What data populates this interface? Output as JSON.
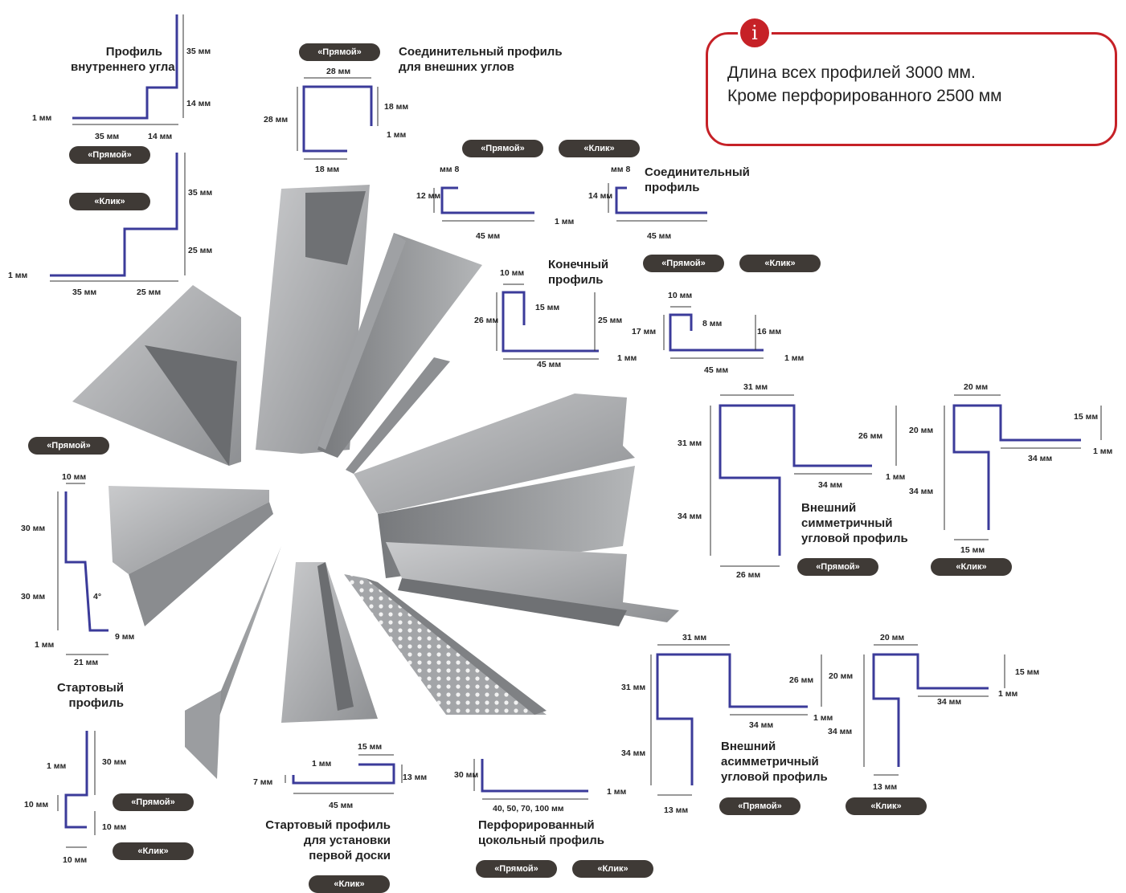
{
  "info": {
    "icon": "info-icon",
    "line1": "Длина всех профилей 3000 мм.",
    "line2": "Кроме перфорированного 2500 мм"
  },
  "titles": {
    "inner_corner_1": "Профиль",
    "inner_corner_2": "внутреннего угла",
    "outer_join_1": "Соединительный профиль",
    "outer_join_2": "для внешних углов",
    "connector_1": "Соединительный",
    "connector_2": "профиль",
    "end_1": "Конечный",
    "end_2": "профиль",
    "outer_sym_1": "Внешний",
    "outer_sym_2": "симметричный",
    "outer_sym_3": "угловой профиль",
    "outer_asym_1": "Внешний",
    "outer_asym_2": "асимметричный",
    "outer_asym_3": "угловой профиль",
    "starter_1": "Стартовый",
    "starter_2": "профиль",
    "first_board_1": "Стартовый профиль",
    "first_board_2": "для установки",
    "first_board_3": "первой доски",
    "perforated_1": "Перфорированный",
    "perforated_2": "цокольный профиль"
  },
  "badges": {
    "straight": "«Прямой»",
    "click": "«Клик»"
  },
  "dims": {
    "d35": "35 мм",
    "d14": "14 мм",
    "d1": "1 мм",
    "d25": "25 мм",
    "d28": "28 мм",
    "d18": "18 мм",
    "mm8": "мм 8",
    "d12": "12 мм",
    "d45": "45 мм",
    "d10": "10 мм",
    "d15": "15 мм",
    "d26": "26 мм",
    "d17": "17 мм",
    "d8": "8 мм",
    "d16": "16 мм",
    "d31": "31 мм",
    "d34": "34 мм",
    "d20": "20 мм",
    "d13": "13 мм",
    "d30": "30 мм",
    "d4deg": "4°",
    "d9": "9 мм",
    "d21": "21 мм",
    "d7": "7 мм",
    "perf_widths": "40, 50, 70, 100 мм"
  },
  "colors": {
    "accent": "#c62127",
    "badge": "#3f3a36",
    "profile_line": "#3b3b9a",
    "metal": "#a9abae"
  }
}
